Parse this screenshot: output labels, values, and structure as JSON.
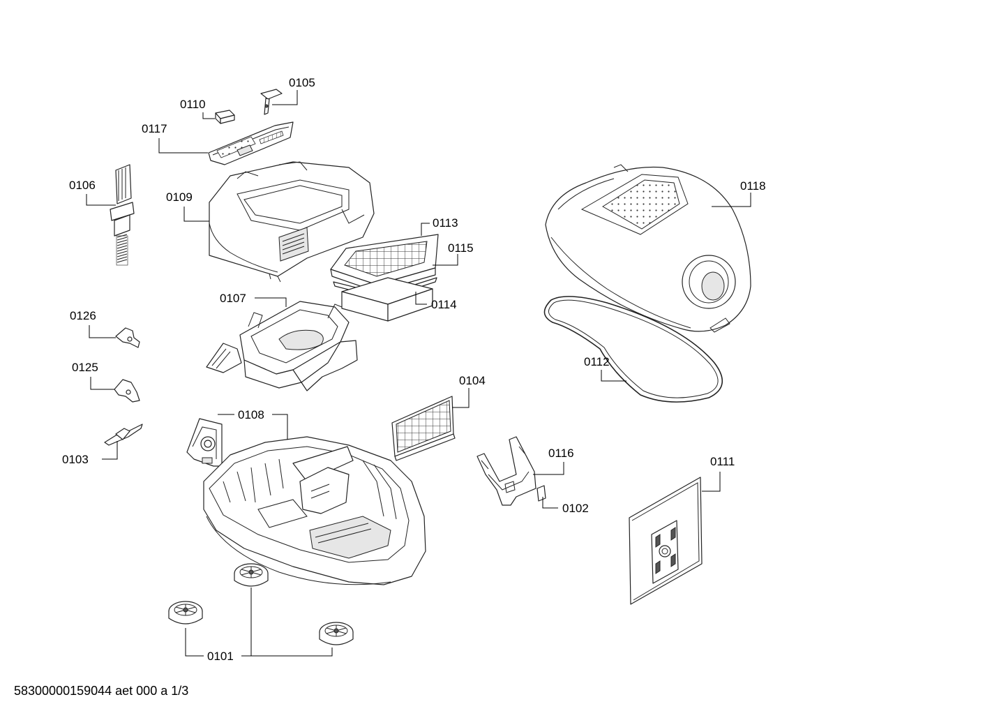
{
  "diagram": {
    "part_labels": {
      "p0101": "0101",
      "p0102": "0102",
      "p0103": "0103",
      "p0104": "0104",
      "p0105": "0105",
      "p0106": "0106",
      "p0107": "0107",
      "p0108": "0108",
      "p0109": "0109",
      "p0110": "0110",
      "p0111": "0111",
      "p0112": "0112",
      "p0113": "0113",
      "p0114": "0114",
      "p0115": "0115",
      "p0116": "0116",
      "p0117": "0117",
      "p0118": "0118",
      "p0125": "0125",
      "p0126": "0126"
    },
    "document_reference": "58300000159044 aet 000 a 1/3"
  }
}
